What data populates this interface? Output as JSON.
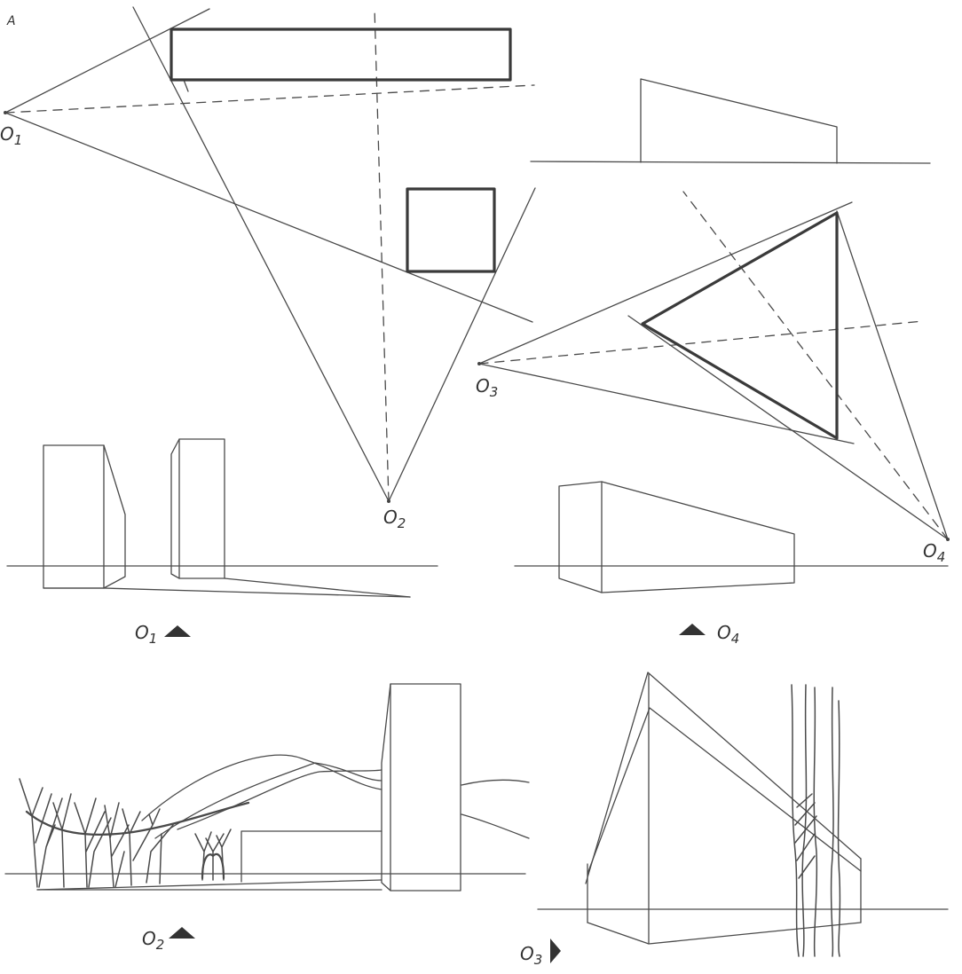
{
  "corner_label": "A",
  "points": {
    "o1": "O",
    "o1_sub": "1",
    "o2": "O",
    "o2_sub": "2",
    "o3": "O",
    "o3_sub": "3",
    "o4": "O",
    "o4_sub": "4"
  },
  "view_labels": {
    "o1": "O",
    "o1_sub": "1",
    "o4": "O",
    "o4_sub": "4",
    "o2": "O",
    "o2_sub": "2",
    "o3": "O",
    "o3_sub": "3"
  },
  "icons": {
    "view_o1": "triangle-up-icon",
    "view_o4": "triangle-up-icon",
    "view_o2": "triangle-up-icon",
    "view_o3": "triangle-right-icon"
  }
}
